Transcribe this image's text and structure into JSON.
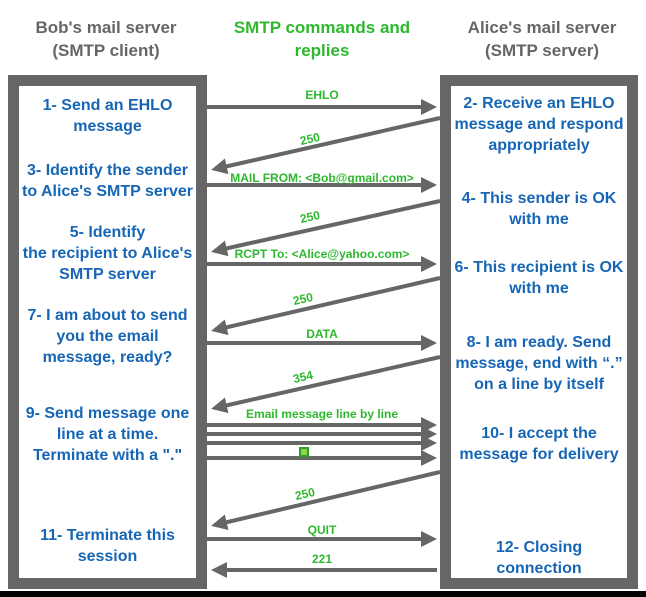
{
  "headers": {
    "client": "Bob's mail server\n(SMTP client)",
    "legend": "SMTP commands and\nreplies",
    "server": "Alice's mail server\n(SMTP server)"
  },
  "client_steps": [
    "1- Send an EHLO\nmessage",
    "3- Identify the sender\nto Alice's SMTP server",
    "5- Identify\nthe recipient to Alice's\nSMTP server",
    "7- I am about to send\nyou the email\nmessage, ready?",
    "9- Send message one\nline at a time.\nTerminate with a \".\"",
    "11- Terminate this\nsession"
  ],
  "server_steps": [
    "2- Receive an EHLO\nmessage and respond\nappropriately",
    "4- This sender is OK\nwith me",
    "6- This recipient is OK\nwith me",
    "8-  I am ready. Send\nmessage, end with “.”\non a line by itself",
    "10-  I accept the\nmessage for delivery",
    "12-  Closing\nconnection"
  ],
  "messages": {
    "ehlo": "EHLO",
    "reply_250_a": "250",
    "mail_from": "MAIL FROM: <Bob@gmail.com>",
    "reply_250_b": "250",
    "rcpt_to": "RCPT To: <Alice@yahoo.com>",
    "reply_250_c": "250",
    "data": "DATA",
    "reply_354": "354",
    "email_lines": "Email message line by line",
    "dot_terminator_icon": "green-square",
    "reply_250_d": "250",
    "quit": "QUIT",
    "reply_221": "221"
  },
  "colors": {
    "green": "#2eb82e",
    "blue": "#1766b5",
    "gray": "#666666",
    "black_bar": "#000000"
  }
}
